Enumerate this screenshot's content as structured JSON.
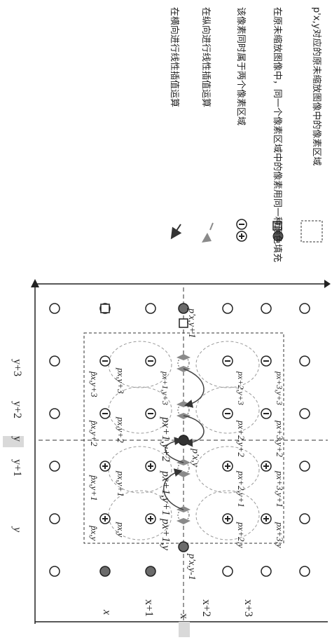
{
  "axis_labels": {
    "top": [
      "y",
      "y+1",
      "y",
      "y+2",
      "y+3"
    ],
    "bottom": [
      "x",
      "x+1",
      "x",
      "x+2",
      "x+3"
    ]
  },
  "cell_labels": [
    "p̂x,y",
    "px,y",
    "p̂x,y+1",
    "px,y+1",
    "p̂x,y+2",
    "px,y+2",
    "p̂x,y+3",
    "px,y+3",
    "px+1,y",
    "px+1,y+1",
    "px+1,y+2",
    "px+1,y+3",
    "px+2,y",
    "px+2,y+1",
    "px+2,y+2",
    "px+2,y+3",
    "px+3,y",
    "px+3,y+1",
    "px+3,y+2",
    "px+3,y+3"
  ],
  "special_labels": {
    "p_prime_left": "p'x,y-1",
    "p_prime_center": "p'x,y",
    "p_prime_right": "p'x,y+1"
  },
  "legend": [
    {
      "icon": "dashed-square-icon",
      "text": "p'x,y对应的原未缩放图像中的像素区域"
    },
    {
      "icon": "half-filled-circle-square-icon",
      "text": "在原未缩放图像中，同一个像素区域中的像素用同一种颜色填充"
    },
    {
      "icon": "plus-minus-circle-icon",
      "text": "该像素同时属于两个像素区域"
    },
    {
      "icon": "dashed-gray-arrow-icon",
      "text": "在纵向进行线性插值运算"
    },
    {
      "icon": "solid-dark-arrow-icon",
      "text": "在横向进行线性插值运算"
    }
  ],
  "colors": {
    "ink": "#1a1a1a",
    "mid_gray": "#7f7f7f",
    "light_gray": "#bfbfbf",
    "highlight": "#d9d9d9"
  }
}
